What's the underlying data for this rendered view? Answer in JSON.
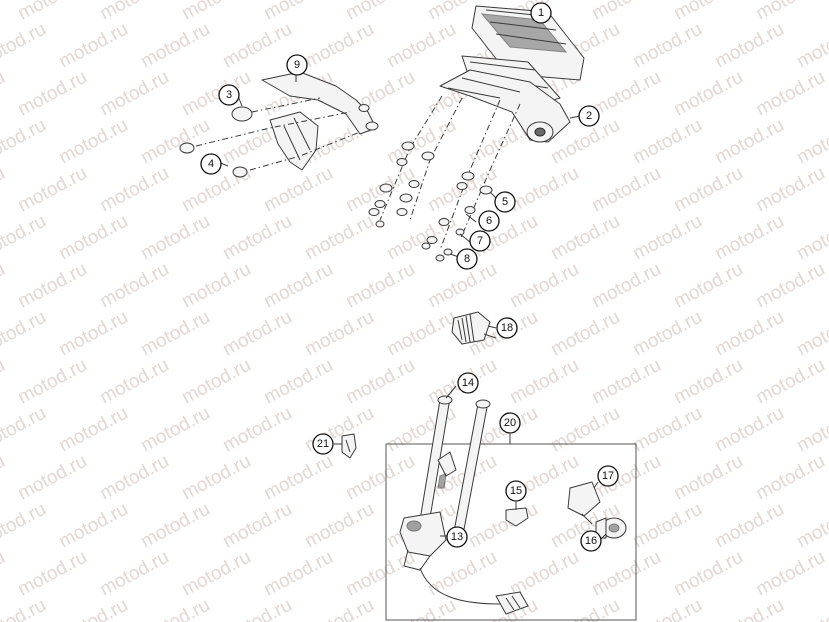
{
  "watermark": {
    "text": "motod.ru",
    "color": "#e2d8d4"
  },
  "callouts": [
    {
      "id": "1",
      "label": "1"
    },
    {
      "id": "2",
      "label": "2"
    },
    {
      "id": "3",
      "label": "3"
    },
    {
      "id": "4",
      "label": "4"
    },
    {
      "id": "5",
      "label": "5"
    },
    {
      "id": "6",
      "label": "6"
    },
    {
      "id": "7",
      "label": "7"
    },
    {
      "id": "8",
      "label": "8"
    },
    {
      "id": "9",
      "label": "9"
    },
    {
      "id": "13",
      "label": "13"
    },
    {
      "id": "14",
      "label": "14"
    },
    {
      "id": "15",
      "label": "15"
    },
    {
      "id": "16",
      "label": "16"
    },
    {
      "id": "17",
      "label": "17"
    },
    {
      "id": "18",
      "label": "18"
    },
    {
      "id": "20",
      "label": "20"
    },
    {
      "id": "21",
      "label": "21"
    }
  ],
  "assembly_group": {
    "label_ref": "20"
  }
}
